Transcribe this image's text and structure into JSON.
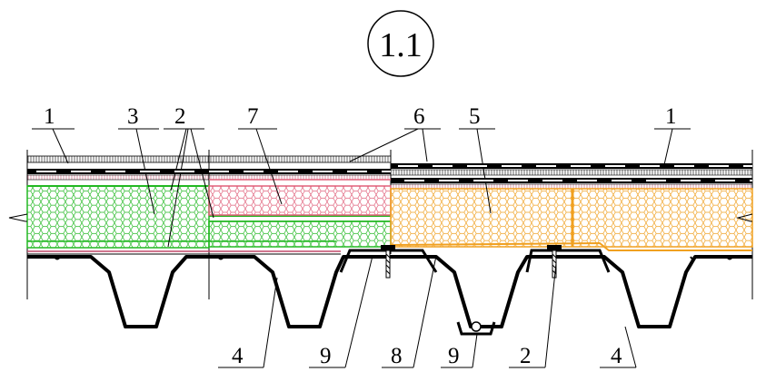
{
  "title": "1.1",
  "callouts": {
    "top": [
      "1",
      "3",
      "2",
      "7",
      "6",
      "5",
      "1"
    ],
    "bottom": [
      "4",
      "9",
      "8",
      "9",
      "2",
      "4"
    ]
  },
  "colors": {
    "green_insulation": "#22b822",
    "pink_insulation": "#e0607a",
    "orange_insulation": "#f0a020",
    "membrane": "#000000",
    "profile": "#000000"
  }
}
